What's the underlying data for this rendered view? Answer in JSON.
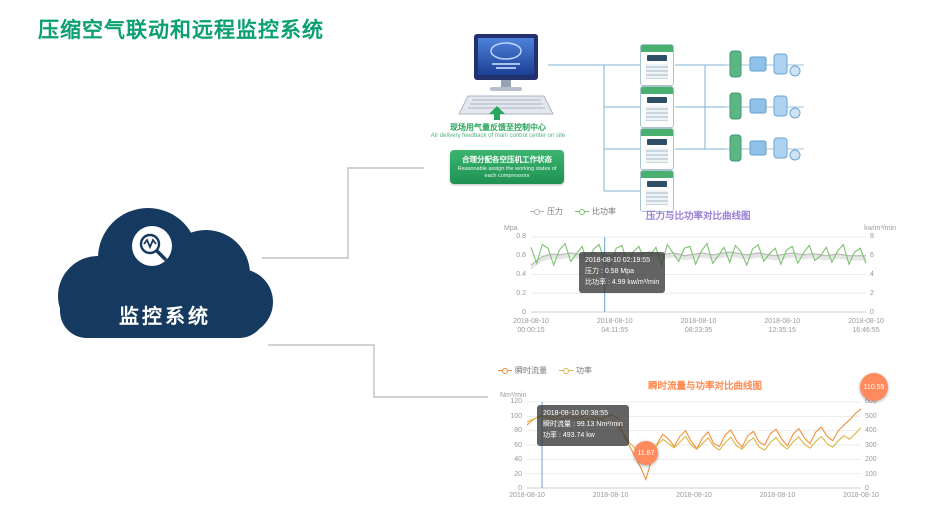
{
  "slide": {
    "title": "压缩空气联动和远程监控系统",
    "title_color": "#0aa071"
  },
  "cloud": {
    "label": "监控系统",
    "color": "#16395f"
  },
  "diagram": {
    "feedback_cn": "现场用气量反馈至控制中心",
    "feedback_en": "Air delivery feedback of main control center on site",
    "assign_cn": "合理分配各空压机工作状态",
    "assign_en": "Reasonable assign the working states of each compressors"
  },
  "chart_data": [
    {
      "type": "line",
      "title": "压力与比功率对比曲线图",
      "left_unit": "Mpa",
      "right_unit": "kw/m³/min",
      "left_range": [
        0,
        0.8
      ],
      "right_range": [
        0,
        8
      ],
      "left_ticks": [
        "0.8",
        "0.6",
        "0.4",
        "0.2",
        "0"
      ],
      "right_ticks": [
        "8",
        "6",
        "4",
        "2",
        "0"
      ],
      "grid": true,
      "legend_position": "top-left",
      "x_labels": [
        {
          "date": "2018-08-10",
          "time": "00:00:15"
        },
        {
          "date": "2018-08-10",
          "time": "04:11:55"
        },
        {
          "date": "2018-08-10",
          "time": "08:23:35"
        },
        {
          "date": "2018-08-10",
          "time": "12:35:15"
        },
        {
          "date": "2018-08-10",
          "time": "16:46:55"
        }
      ],
      "tooltip": {
        "x_frac": 0.22,
        "lines": [
          "2018-08-10 02:19:55",
          "压力 : 0.58 Mpa",
          "比功率 : 4.99 kw/m³/min"
        ]
      },
      "series": [
        {
          "name": "压力",
          "axis": "left",
          "color": "#b5b5b5",
          "band": 0.05,
          "band_color": "#dcdcdc",
          "values": [
            0.5,
            0.55,
            0.59,
            0.61,
            0.62,
            0.61,
            0.62,
            0.63,
            0.62,
            0.61,
            0.62,
            0.63,
            0.62,
            0.61,
            0.6,
            0.62,
            0.63,
            0.62,
            0.61,
            0.62,
            0.63,
            0.64,
            0.62,
            0.61,
            0.62,
            0.63,
            0.62,
            0.6,
            0.61,
            0.62,
            0.63,
            0.62,
            0.61,
            0.62,
            0.63,
            0.64,
            0.63,
            0.62,
            0.61,
            0.62,
            0.63,
            0.62,
            0.61,
            0.6,
            0.61,
            0.62,
            0.63,
            0.62,
            0.61,
            0.62,
            0.62,
            0.61,
            0.6,
            0.61,
            0.62,
            0.61,
            0.6,
            0.6,
            0.6,
            0.6
          ]
        },
        {
          "name": "比功率",
          "axis": "right",
          "color": "#7cc26f",
          "values": [
            6.9,
            5.2,
            7.2,
            6.8,
            5.0,
            6.6,
            7.3,
            5.4,
            6.2,
            7.0,
            5.1,
            6.7,
            7.2,
            5.3,
            4.9,
            6.8,
            7.1,
            5.2,
            6.4,
            7.0,
            5.5,
            6.1,
            6.9,
            5.0,
            7.2,
            6.3,
            5.4,
            6.8,
            7.0,
            5.1,
            6.5,
            7.3,
            5.2,
            6.0,
            6.9,
            5.3,
            7.1,
            6.4,
            5.0,
            6.7,
            7.2,
            5.4,
            6.2,
            6.8,
            5.1,
            6.6,
            7.0,
            5.2,
            6.3,
            7.1,
            5.5,
            6.0,
            6.9,
            5.3,
            6.5,
            7.2,
            5.1,
            6.4,
            6.8,
            5.2
          ]
        }
      ]
    },
    {
      "type": "line",
      "title": "瞬时流量与功率对比曲线图",
      "left_unit": "Nm³/min",
      "right_unit": "",
      "left_range": [
        0,
        120
      ],
      "right_range": [
        0,
        600
      ],
      "left_ticks": [
        "120",
        "100",
        "80",
        "60",
        "40",
        "20",
        "0"
      ],
      "right_ticks": [
        "600",
        "500",
        "400",
        "300",
        "200",
        "100",
        "0"
      ],
      "grid": true,
      "legend_position": "top-left",
      "x_labels": [
        {
          "date": "2018-08-10"
        },
        {
          "date": "2018-08-10"
        },
        {
          "date": "2018-08-10"
        },
        {
          "date": "2018-08-10"
        },
        {
          "date": "2018-08-10"
        }
      ],
      "tooltip": {
        "x_frac": 0.045,
        "lines": [
          "2018-08-10 00:38:55",
          "瞬时流量 : 99.13 Nm³/min",
          "功率 : 493.74 kw"
        ]
      },
      "badges": [
        {
          "value": "110.55"
        },
        {
          "value": "11.87"
        }
      ],
      "series": [
        {
          "name": "瞬时流量",
          "axis": "left",
          "color": "#f2903a",
          "values": [
            88,
            95,
            99.13,
            103,
            101,
            98,
            102,
            104,
            100,
            97,
            101,
            103,
            99,
            96,
            100,
            102,
            98,
            75,
            60,
            45,
            30,
            11.87,
            40,
            62,
            75,
            68,
            58,
            72,
            80,
            65,
            55,
            70,
            78,
            62,
            58,
            74,
            81,
            66,
            57,
            73,
            79,
            64,
            60,
            76,
            82,
            68,
            59,
            75,
            83,
            70,
            62,
            78,
            85,
            72,
            66,
            80,
            88,
            95,
            104,
            110.55
          ]
        },
        {
          "name": "功率",
          "axis": "right",
          "color": "#d9b845",
          "values": [
            460,
            480,
            493.74,
            500,
            488,
            470,
            480,
            495,
            485,
            468,
            478,
            490,
            472,
            455,
            465,
            470,
            440,
            380,
            320,
            280,
            250,
            230,
            260,
            300,
            340,
            310,
            280,
            320,
            360,
            300,
            270,
            310,
            350,
            290,
            265,
            315,
            355,
            295,
            270,
            320,
            350,
            285,
            265,
            318,
            352,
            300,
            272,
            322,
            356,
            305,
            278,
            325,
            360,
            310,
            285,
            330,
            365,
            340,
            380,
            420
          ]
        }
      ]
    }
  ]
}
